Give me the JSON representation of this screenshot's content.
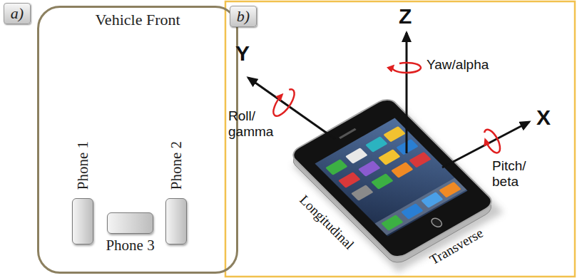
{
  "diagram": {
    "nodes": [
      {
        "text": [
          "a)"
        ]
      },
      {
        "text": [
          "Vehicle Front"
        ]
      },
      {
        "text": [
          "Phone 1"
        ],
        "in": 1
      },
      {
        "text": [
          "Phone 2"
        ],
        "in": 1
      },
      {
        "text": [
          "Phone 3"
        ],
        "in": 1
      },
      {
        "text": [
          "b)"
        ]
      }
    ],
    "labels": [
      "Z",
      "Y",
      "Roll/ gamma",
      "Yaw/alpha",
      "X",
      "Pitch/ beta",
      "Longitudinal",
      "Transverse"
    ]
  }
}
